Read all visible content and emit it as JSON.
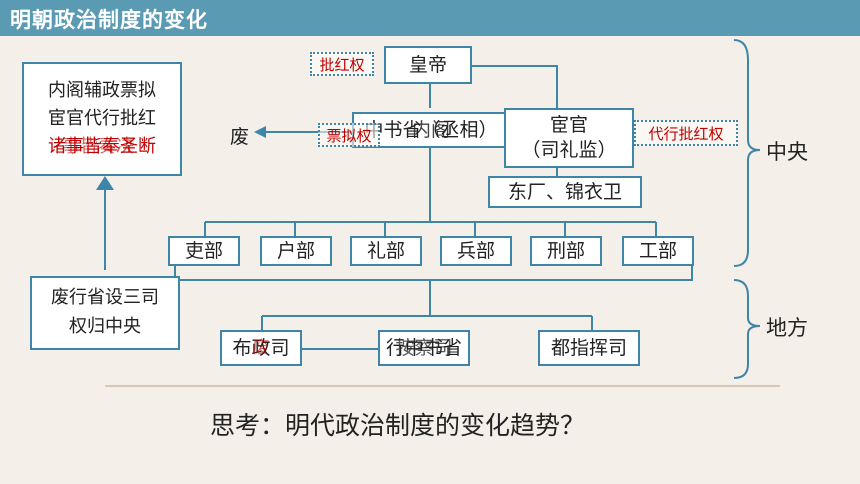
{
  "title": "明朝政治制度的变化",
  "emperor": "皇帝",
  "annotations": {
    "pihong": "批红权",
    "piaoni": "票拟权",
    "daixing": "代行批红权",
    "fei": "废"
  },
  "zhongshu": {
    "line1": "中书省（丞相）",
    "line2": "内阁"
  },
  "eunuch": {
    "line1": "宦官",
    "line2": "（司礼监）"
  },
  "spy": "东厂、锦衣卫",
  "ministries": [
    "吏部",
    "户部",
    "礼部",
    "兵部",
    "刑部",
    "工部"
  ],
  "local_offices": {
    "buzheng": "布政司",
    "xingsheng": "行中书省",
    "anchashi": "按察司",
    "fei": "废",
    "duzhihui": "都指挥司"
  },
  "summary_top": {
    "line1": "内阁辅政票拟",
    "line2": "宦官代行批红",
    "line3_a": "诸事皆奉圣断",
    "line3_b": "事皆奏决"
  },
  "summary_bottom": {
    "line1": "废行省设三司",
    "line2": "权归中央"
  },
  "side_labels": {
    "central": "中央",
    "local": "地方"
  },
  "question": "思考：明代政治制度的变化趋势？",
  "colors": {
    "header": "#5a9ab2",
    "line": "#3d86a8",
    "accent_red": "#c00000"
  }
}
